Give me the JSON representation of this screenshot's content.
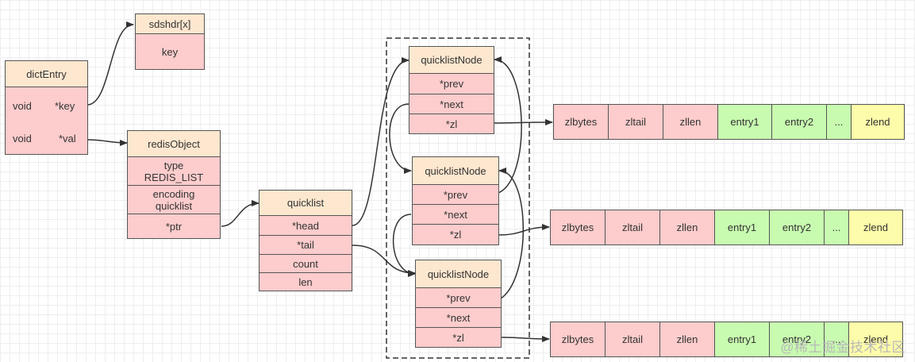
{
  "sdshdr": {
    "title": "sdshdr[x]",
    "field": "key"
  },
  "dictEntry": {
    "title": "dictEntry",
    "row1_type": "void",
    "row1_field": "*key",
    "row2_type": "void",
    "row2_field": "*val"
  },
  "redisObject": {
    "title": "redisObject",
    "type_label": "type",
    "type_value": "REDIS_LIST",
    "encoding_label": "encoding",
    "encoding_value": "quicklist",
    "ptr": "*ptr"
  },
  "quicklist": {
    "title": "quicklist",
    "fields": [
      "*head",
      "*tail",
      "count",
      "len"
    ]
  },
  "nodes": [
    {
      "title": "quicklistNode",
      "fields": [
        "*prev",
        "*next",
        "*zl"
      ]
    },
    {
      "title": "quicklistNode",
      "fields": [
        "*prev",
        "*next",
        "*zl"
      ]
    },
    {
      "title": "quicklistNode",
      "fields": [
        "*prev",
        "*next",
        "*zl"
      ]
    }
  ],
  "ziplists": [
    [
      "zlbytes",
      "zltail",
      "zllen",
      "entry1",
      "entry2",
      "...",
      "zlend"
    ],
    [
      "zlbytes",
      "zltail",
      "zllen",
      "entry1",
      "entry2",
      "...",
      "zlend"
    ],
    [
      "zlbytes",
      "zltail",
      "zllen",
      "entry1",
      "entry2",
      "...",
      "zlend"
    ]
  ],
  "colors": {
    "header": "#fde7cf",
    "field": "#fdcccc",
    "entry": "#c8fbb0",
    "end": "#fdfcaa"
  },
  "watermark": "@稀土掘金技术社区"
}
